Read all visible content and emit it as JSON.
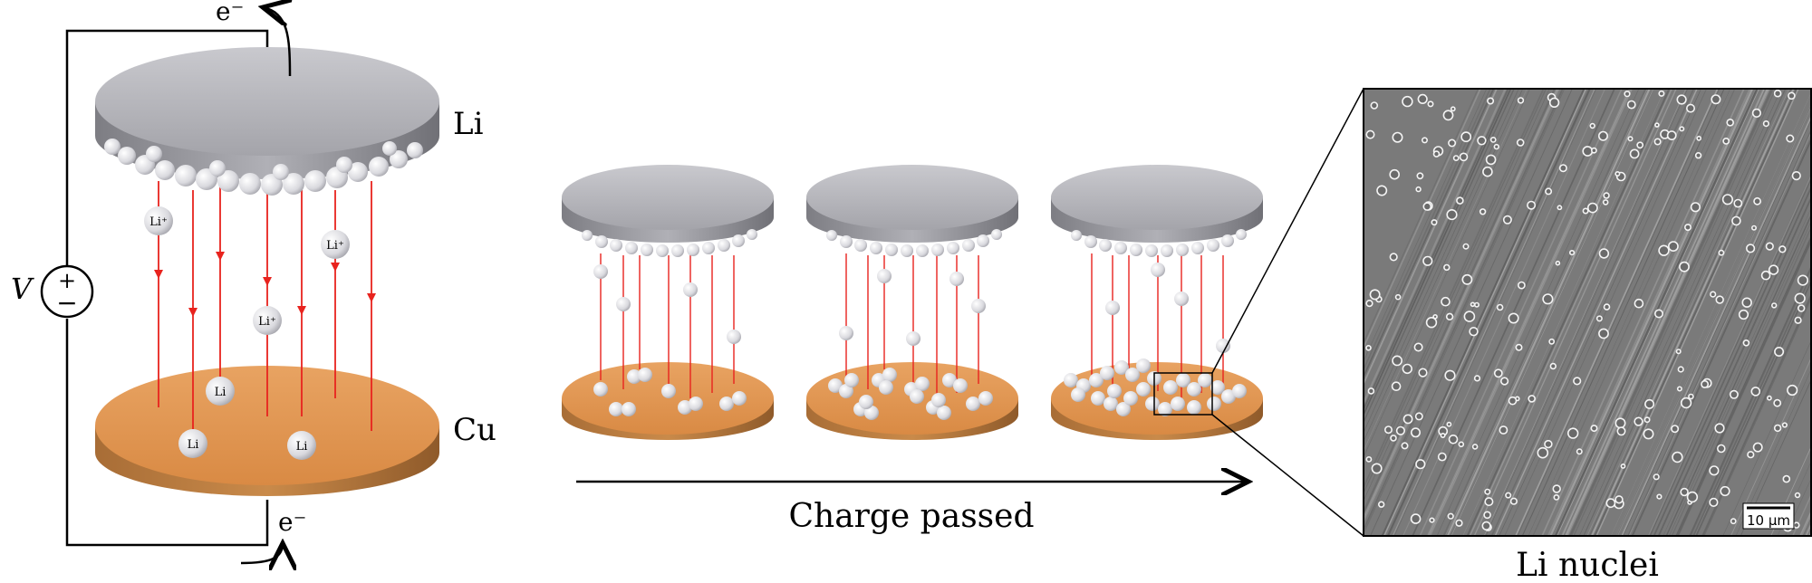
{
  "labels": {
    "voltage": "V",
    "electron_top": "e⁻",
    "electron_bottom": "e⁻",
    "anode": "Li",
    "cathode": "Cu",
    "ion_label": "Li⁺",
    "atom_label": "Li",
    "progress_axis": "Charge passed",
    "micrograph_caption": "Li nuclei",
    "scale_bar": "10 µm"
  },
  "colors": {
    "li_plate": "#9c9ca3",
    "cu_plate": "#d88a45",
    "field_line": "#e8231e",
    "wire": "#000000",
    "micrograph_bg": "#7a7a7a"
  }
}
